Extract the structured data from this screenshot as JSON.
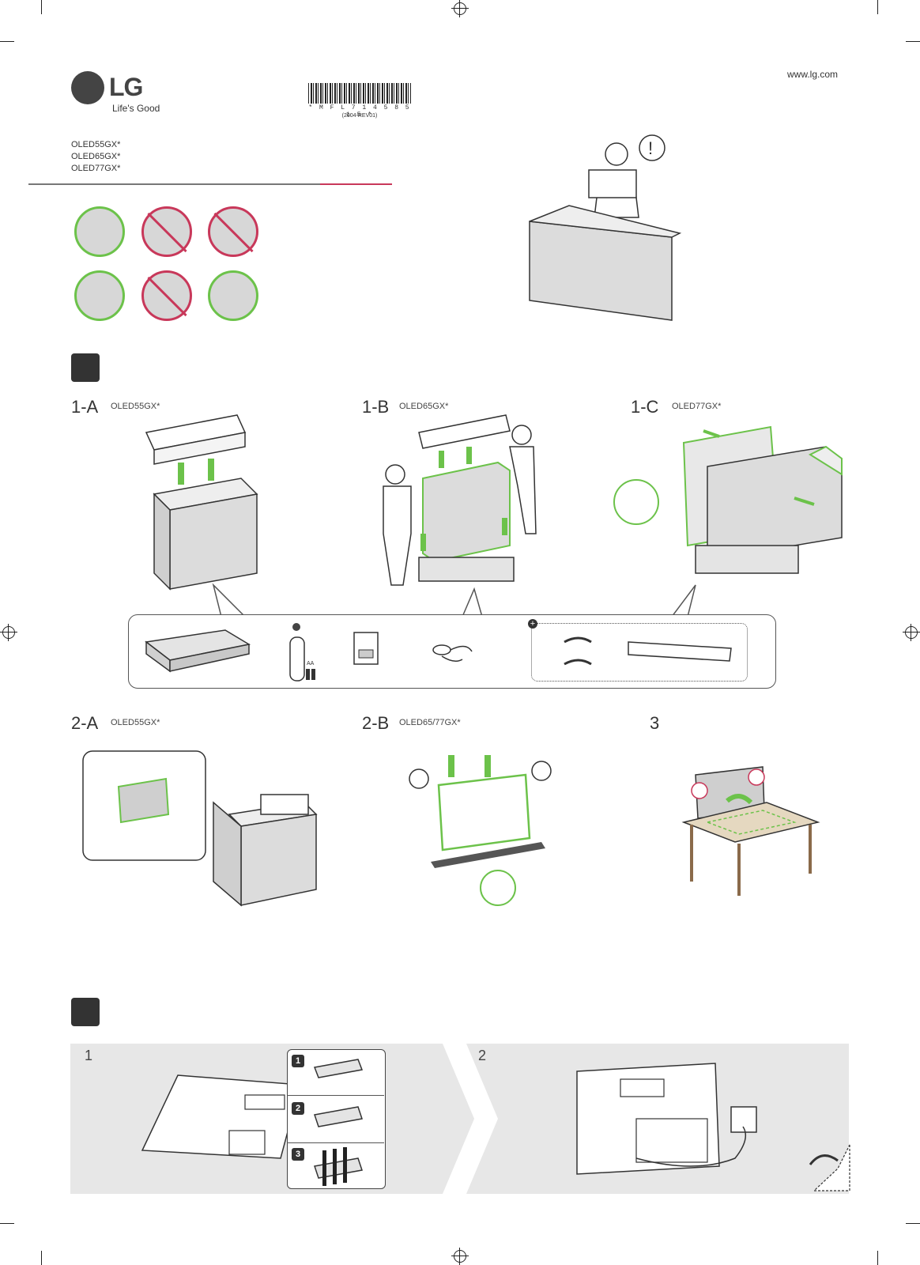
{
  "header": {
    "logo_text": "LG",
    "tagline": "Life's Good",
    "website": "www.lg.com",
    "barcode_text": "* M F L 7 1 4 5 8 5 1 5 *",
    "barcode_rev": "(2004-REV01)",
    "models": [
      "OLED55GX*",
      "OLED65GX*",
      "OLED77GX*"
    ]
  },
  "unpack": {
    "steps": [
      {
        "label": "1-A",
        "model": "OLED55GX*"
      },
      {
        "label": "1-B",
        "model": "OLED65GX*"
      },
      {
        "label": "1-C",
        "model": "OLED77GX*"
      }
    ],
    "accessories": {
      "battery_label": "AA"
    }
  },
  "lift": {
    "steps": [
      {
        "label": "2-A",
        "model": "OLED55GX*"
      },
      {
        "label": "2-B",
        "model": "OLED65/77GX*"
      },
      {
        "label": "3",
        "model": ""
      }
    ]
  },
  "cable": {
    "panel1": "1",
    "panel2": "2",
    "substeps": [
      "1",
      "2",
      "3"
    ]
  },
  "colors": {
    "ok": "#6cc24a",
    "no": "#c8385a",
    "dark": "#333333"
  }
}
